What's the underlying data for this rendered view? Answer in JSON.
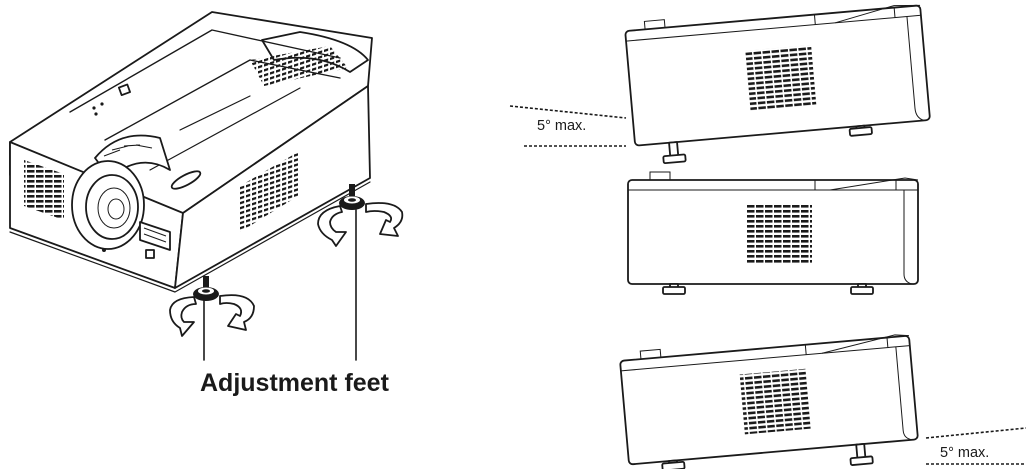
{
  "labels": {
    "adjustment_feet": "Adjustment feet",
    "tilt_top": "5° max.",
    "tilt_bottom": "5° max."
  },
  "colors": {
    "ink": "#1a1a1a",
    "background": "#ffffff"
  },
  "icons": [
    "rotate-arrow-icon",
    "vent-grille-icon",
    "lens-icon"
  ]
}
